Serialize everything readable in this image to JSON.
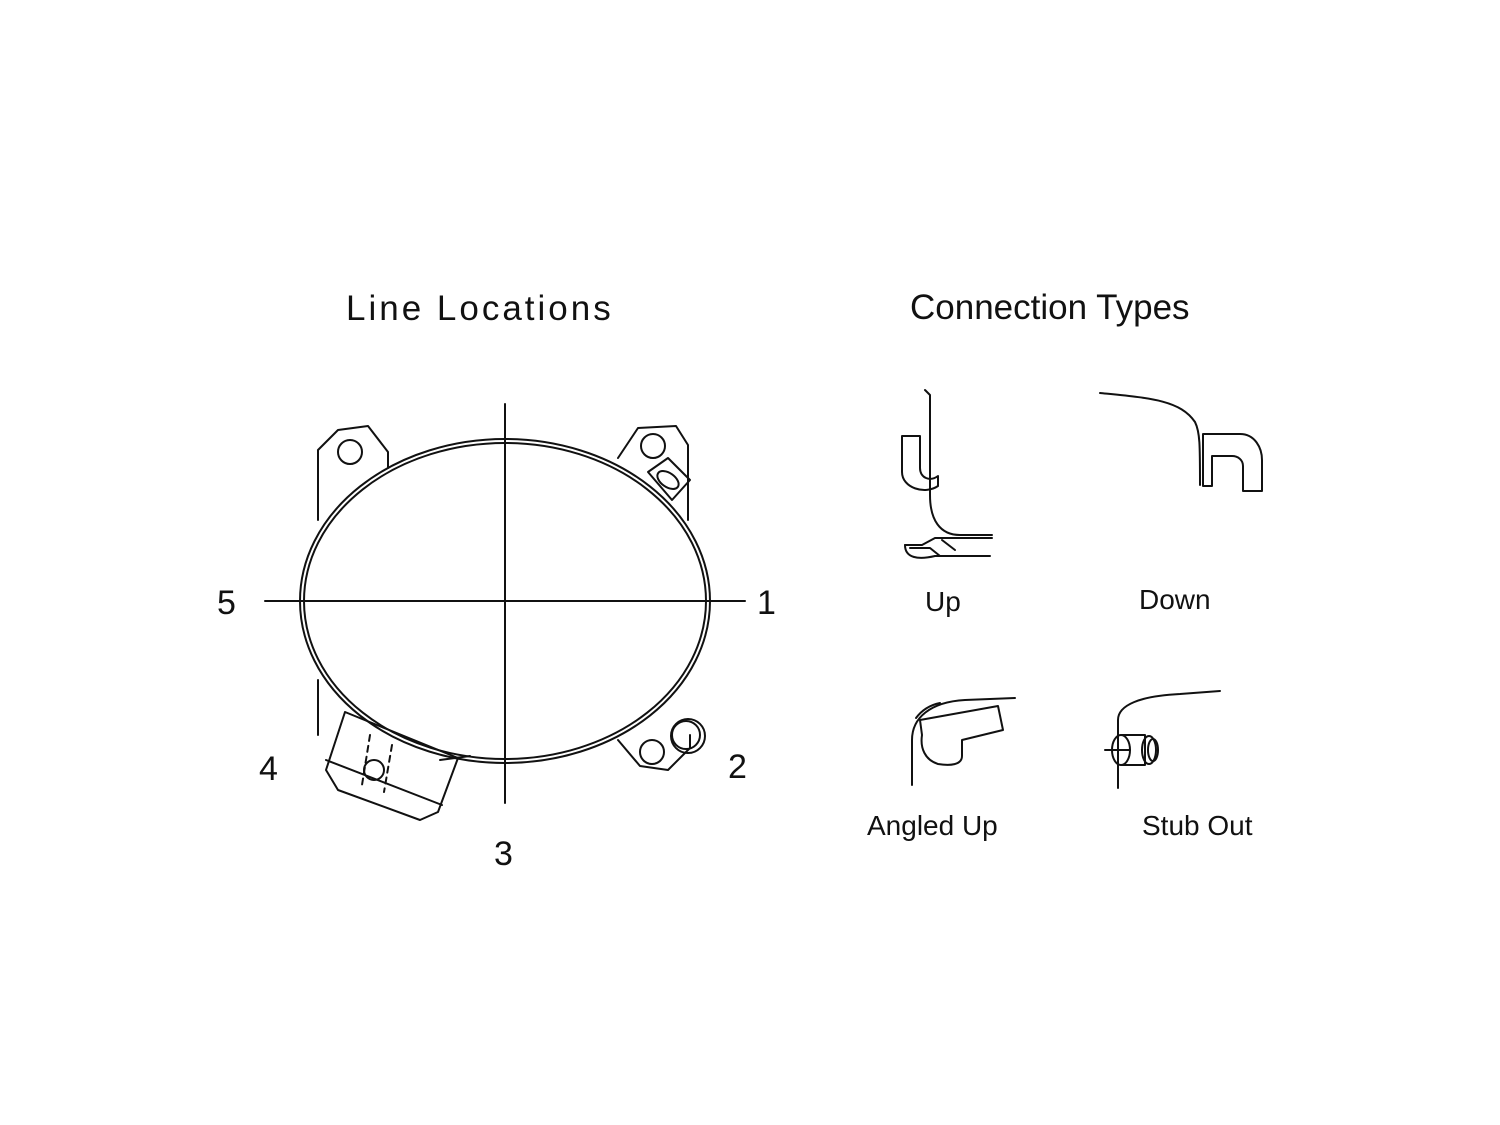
{
  "line_locations": {
    "title": "Line Locations",
    "positions": [
      "1",
      "2",
      "3",
      "4",
      "5"
    ]
  },
  "connection_types": {
    "title": "Connection Types",
    "items": [
      "Up",
      "Down",
      "Angled Up",
      "Stub Out"
    ]
  },
  "colors": {
    "ink": "#111111",
    "background": "#ffffff"
  }
}
